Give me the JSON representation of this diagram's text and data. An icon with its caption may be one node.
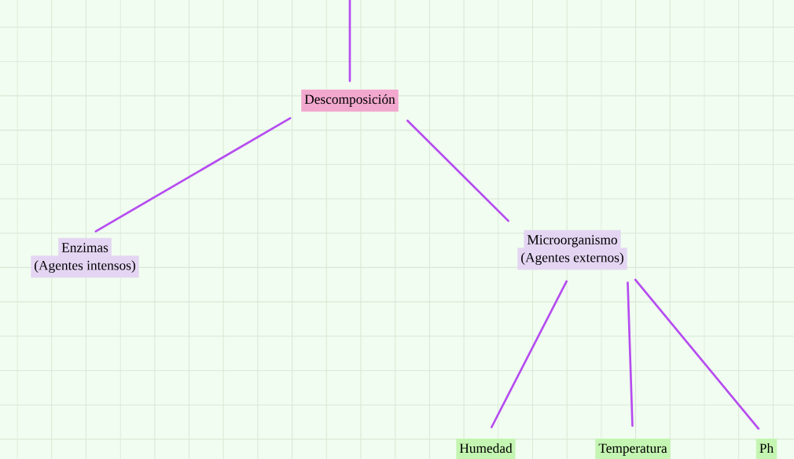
{
  "diagram": {
    "nodes": [
      {
        "text": [
          "Descomposición"
        ]
      },
      {
        "text": [
          "Enzimas",
          "(Agentes intensos)"
        ]
      },
      {
        "text": [
          "Microorganismo",
          "(Agentes externos)"
        ]
      },
      {
        "text": [
          "Humedad"
        ]
      },
      {
        "text": [
          "Temperatura"
        ]
      },
      {
        "text": [
          "Ph"
        ]
      }
    ],
    "edges": [
      {
        "from": null,
        "to": 0,
        "arrow": "none"
      },
      {
        "from": 0,
        "to": 1,
        "arrow": "none"
      },
      {
        "from": 0,
        "to": 2,
        "arrow": "none"
      },
      {
        "from": 2,
        "to": 3,
        "arrow": "none"
      },
      {
        "from": 2,
        "to": 4,
        "arrow": "none"
      },
      {
        "from": 2,
        "to": 5,
        "arrow": "none"
      }
    ]
  }
}
